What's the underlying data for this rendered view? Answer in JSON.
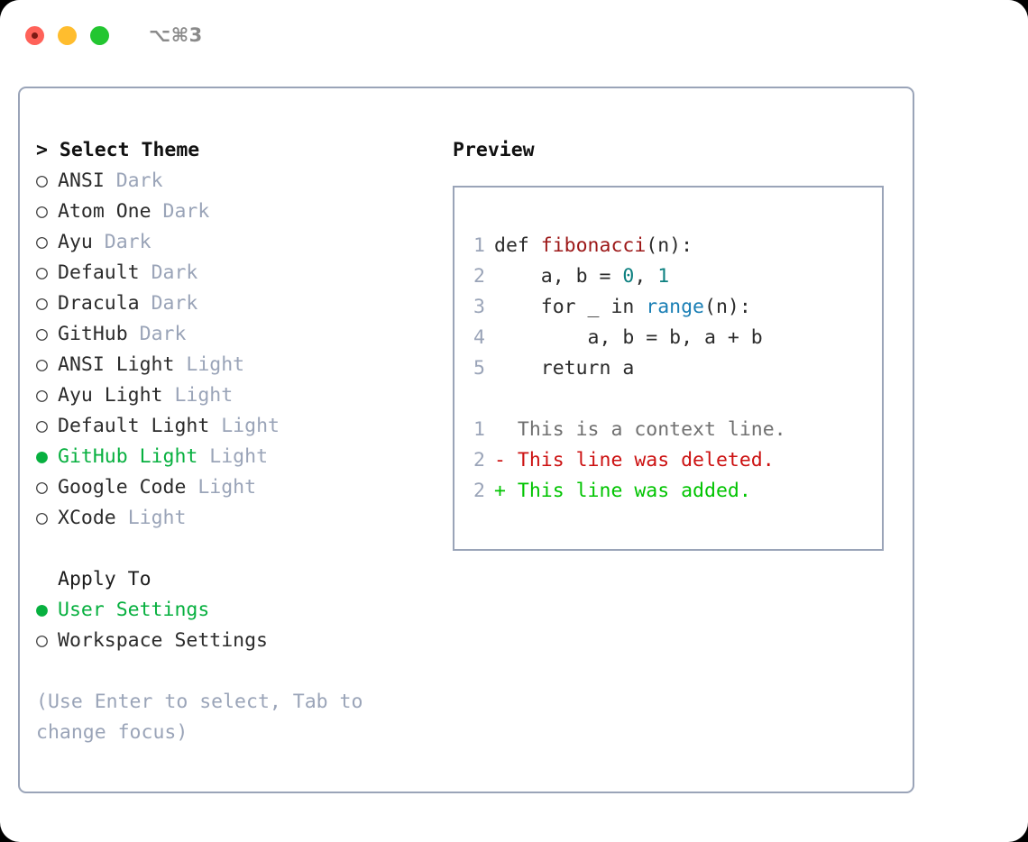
{
  "window": {
    "title_shortcut": "⌥⌘3",
    "traffic_lights": [
      "close",
      "minimize",
      "maximize"
    ]
  },
  "theme_picker": {
    "header": "> Select Theme",
    "selected_theme": "GitHub Light",
    "items": [
      {
        "bullet": "○",
        "name": "ANSI",
        "badge": "Dark",
        "selected": false
      },
      {
        "bullet": "○",
        "name": "Atom One",
        "badge": "Dark",
        "selected": false
      },
      {
        "bullet": "○",
        "name": "Ayu",
        "badge": "Dark",
        "selected": false
      },
      {
        "bullet": "○",
        "name": "Default",
        "badge": "Dark",
        "selected": false
      },
      {
        "bullet": "○",
        "name": "Dracula",
        "badge": "Dark",
        "selected": false
      },
      {
        "bullet": "○",
        "name": "GitHub",
        "badge": "Dark",
        "selected": false
      },
      {
        "bullet": "○",
        "name": "ANSI Light",
        "badge": "Light",
        "selected": false
      },
      {
        "bullet": "○",
        "name": "Ayu Light",
        "badge": "Light",
        "selected": false
      },
      {
        "bullet": "○",
        "name": "Default Light",
        "badge": "Light",
        "selected": false
      },
      {
        "bullet": "●",
        "name": "GitHub Light",
        "badge": "Light",
        "selected": true
      },
      {
        "bullet": "○",
        "name": "Google Code",
        "badge": "Light",
        "selected": false
      },
      {
        "bullet": "○",
        "name": "XCode",
        "badge": "Light",
        "selected": false
      }
    ]
  },
  "apply_to": {
    "title": "Apply To",
    "selected": "User Settings",
    "options": [
      {
        "bullet": "●",
        "label": "User Settings",
        "selected": true
      },
      {
        "bullet": "○",
        "label": "Workspace Settings",
        "selected": false
      }
    ]
  },
  "hint": "(Use Enter to select, Tab to change focus)",
  "preview": {
    "title": "Preview",
    "code_lines": [
      {
        "num": "1",
        "segments": [
          {
            "text": "def ",
            "tok": "plain"
          },
          {
            "text": "fibonacci",
            "tok": "fn"
          },
          {
            "text": "(n):",
            "tok": "plain"
          }
        ]
      },
      {
        "num": "2",
        "segments": [
          {
            "text": "    a, b = ",
            "tok": "plain"
          },
          {
            "text": "0",
            "tok": "num"
          },
          {
            "text": ", ",
            "tok": "plain"
          },
          {
            "text": "1",
            "tok": "num"
          }
        ]
      },
      {
        "num": "3",
        "segments": [
          {
            "text": "    for _ in ",
            "tok": "plain"
          },
          {
            "text": "range",
            "tok": "bi"
          },
          {
            "text": "(n):",
            "tok": "plain"
          }
        ]
      },
      {
        "num": "4",
        "segments": [
          {
            "text": "        a, b = b, a + b",
            "tok": "plain"
          }
        ]
      },
      {
        "num": "5",
        "segments": [
          {
            "text": "    return a",
            "tok": "plain"
          }
        ]
      }
    ],
    "diff_lines": [
      {
        "num": "1",
        "marker": "  ",
        "text": "This is a context line.",
        "kind": "ctx"
      },
      {
        "num": "2",
        "marker": "- ",
        "text": "This line was deleted.",
        "kind": "del"
      },
      {
        "num": "2",
        "marker": "+ ",
        "text": "This line was added.",
        "kind": "add"
      }
    ]
  },
  "colors": {
    "accent_green": "#07b03f",
    "diff_add": "#00c400",
    "diff_del": "#cc1111",
    "muted": "#9aa4b8",
    "border": "#9aa4b8",
    "token_function": "#9c1717",
    "token_number": "#0d8080",
    "token_builtin": "#1a7fb5"
  }
}
